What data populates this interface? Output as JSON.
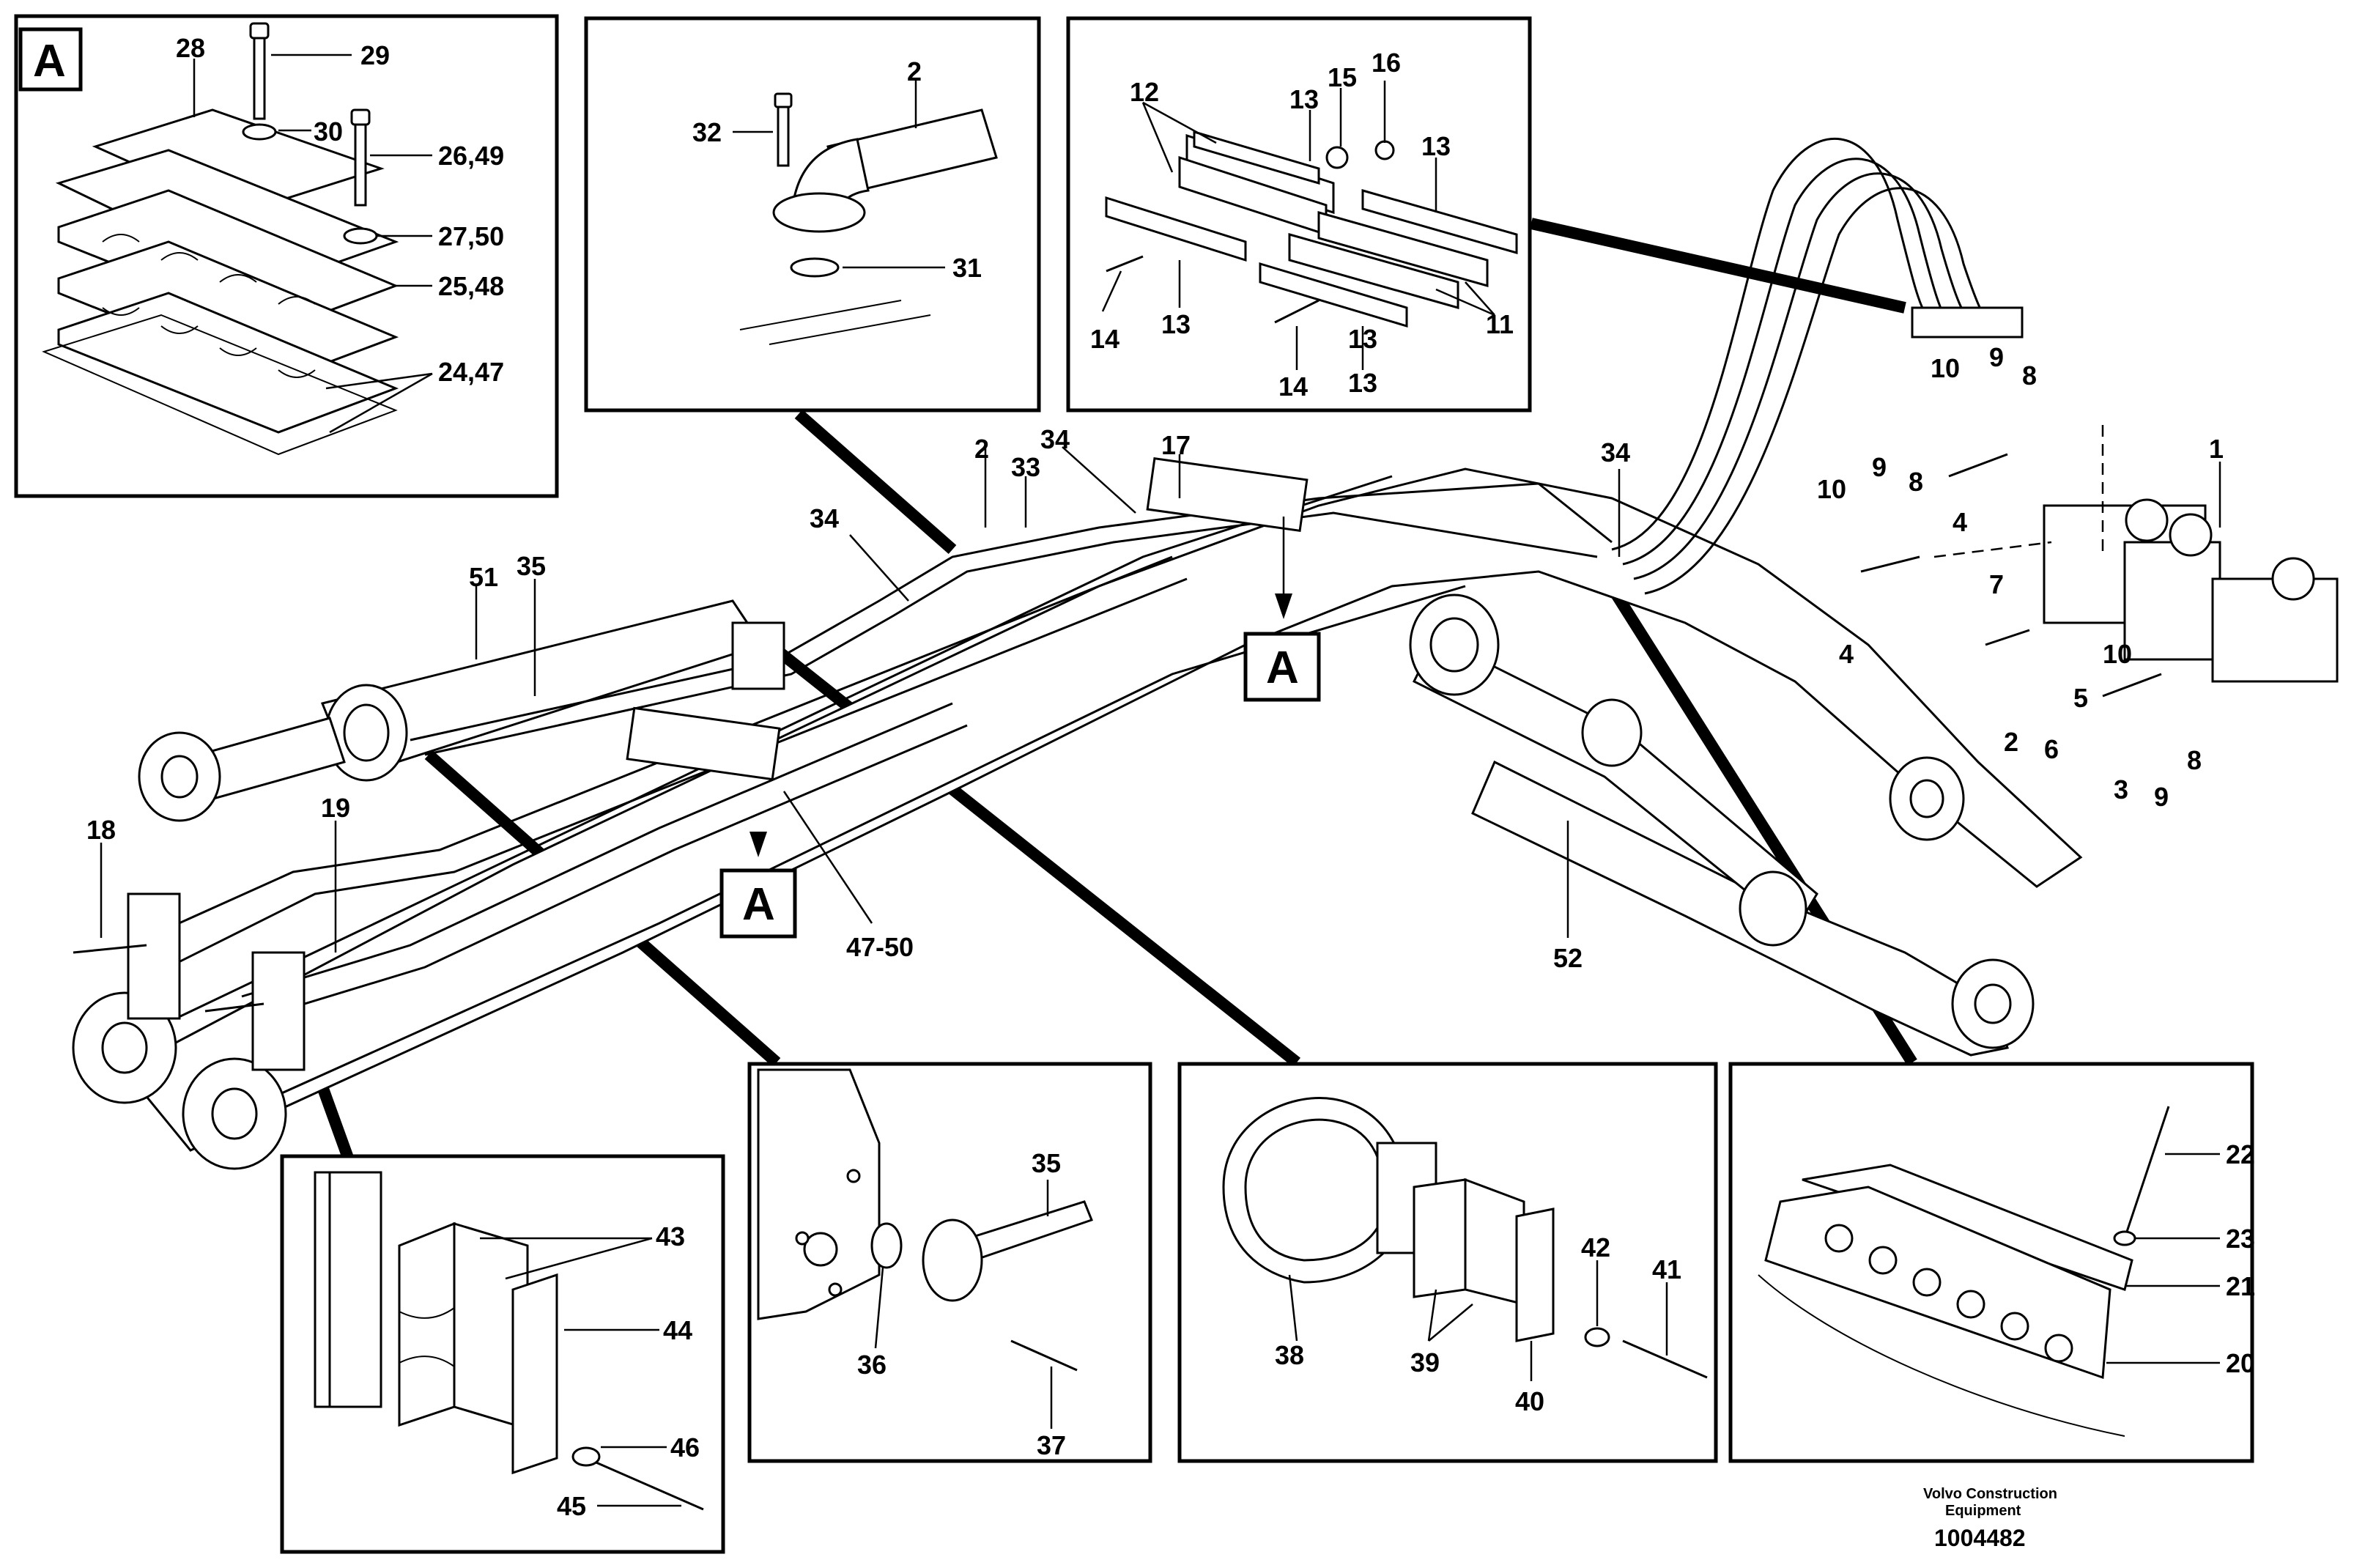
{
  "detail_letter": "A",
  "footer": {
    "maker_line1": "Volvo Construction",
    "maker_line2": "Equipment",
    "doc_number": "1004482"
  },
  "labels": {
    "inset_a": [
      "28",
      "29",
      "30",
      "26,49",
      "27,50",
      "25,48",
      "24,47"
    ],
    "inset_b": [
      "2",
      "32",
      "31"
    ],
    "inset_c": [
      "12",
      "13",
      "15",
      "16",
      "13",
      "13",
      "11",
      "14",
      "13",
      "14",
      "13"
    ],
    "main": [
      "51",
      "35",
      "34",
      "2",
      "33",
      "34",
      "17",
      "34",
      "18",
      "19",
      "47-50",
      "52",
      "1",
      "10",
      "9",
      "8",
      "10",
      "9",
      "8",
      "4",
      "4",
      "7",
      "10",
      "5",
      "2",
      "6",
      "3",
      "9",
      "8"
    ],
    "inset_d": [
      "43",
      "44",
      "46",
      "45"
    ],
    "inset_e": [
      "35",
      "36",
      "37"
    ],
    "inset_f": [
      "38",
      "39",
      "40",
      "42",
      "41"
    ],
    "inset_g": [
      "22",
      "23",
      "21",
      "20"
    ]
  }
}
